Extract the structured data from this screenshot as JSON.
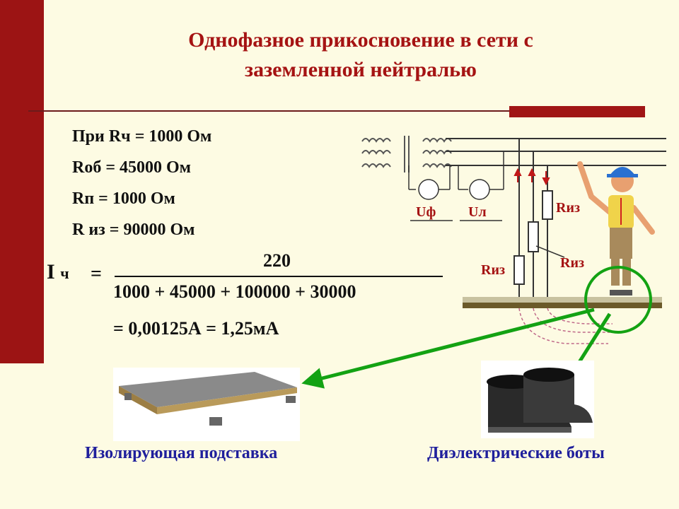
{
  "title": {
    "line1": "Однофазное прикосновение в сети с",
    "line2": "заземленной нейтралью"
  },
  "params": [
    "При Rч = 1000 Ом",
    "Rоб = 45000 Ом",
    "Rп = 1000 Ом",
    "R из = 90000 Ом"
  ],
  "formula": {
    "lhs": "I",
    "lhs_sub": "ч",
    "equals": "=",
    "numerator": "220",
    "denominator": "1000 + 45000 + 100000 + 30000",
    "result": "= 0,00125А = 1,25мА"
  },
  "diagram": {
    "uf_label": "Uф",
    "ul_label": "Uл",
    "riz_labels": [
      "Rиз",
      "Rиз",
      "Rиз"
    ]
  },
  "captions": {
    "left": "Изолирующая подставка",
    "right": "Диэлектрические боты"
  },
  "colors": {
    "accent": "#a51313",
    "bar": "#9c1414",
    "caption": "#1f1f9c",
    "arrow": "#13a213",
    "background": "#fdfbe3"
  }
}
